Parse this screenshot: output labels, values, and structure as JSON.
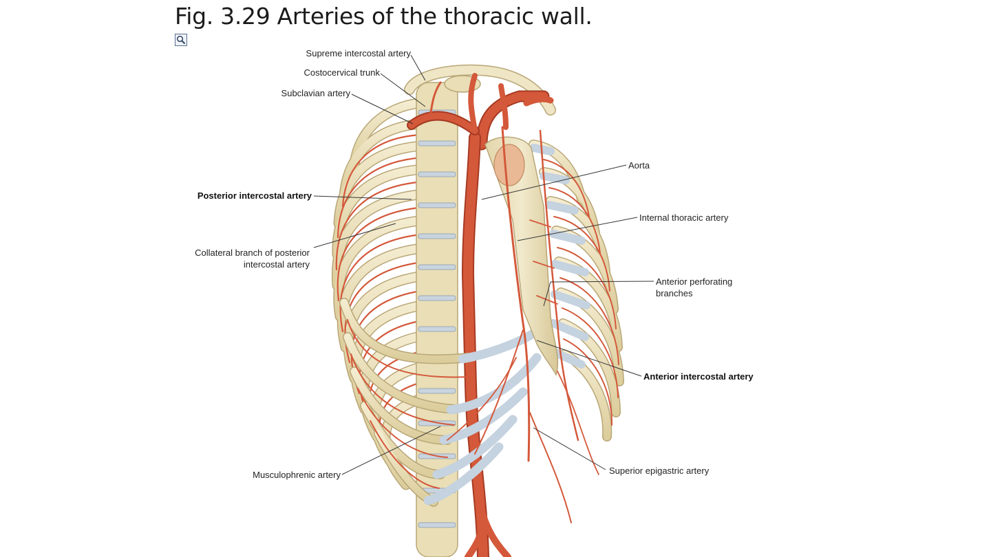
{
  "figure": {
    "title": "Fig. 3.29  Arteries of the thoracic wall."
  },
  "toolbar": {
    "zoom_icon": "magnifier-icon"
  },
  "labels": {
    "supreme_intercostal_artery": "Supreme intercostal artery",
    "costocervical_trunk": "Costocervical trunk",
    "subclavian_artery": "Subclavian artery",
    "aorta": "Aorta",
    "posterior_intercostal_artery": "Posterior intercostal artery",
    "internal_thoracic_artery": "Internal thoracic artery",
    "collateral_branch_line1": "Collateral branch of posterior",
    "collateral_branch_line2": "intercostal artery",
    "anterior_perforating_line1": "Anterior perforating",
    "anterior_perforating_line2": "branches",
    "anterior_intercostal_artery": "Anterior intercostal artery",
    "musculophrenic_artery": "Musculophrenic artery",
    "superior_epigastric_artery": "Superior epigastric artery"
  },
  "colors": {
    "bone": "#ece2bd",
    "bone_outline": "#b8a676",
    "artery": "#d4583a",
    "artery_dark": "#a63a22",
    "cartilage": "#c5d2df",
    "leader_line": "#333333"
  }
}
